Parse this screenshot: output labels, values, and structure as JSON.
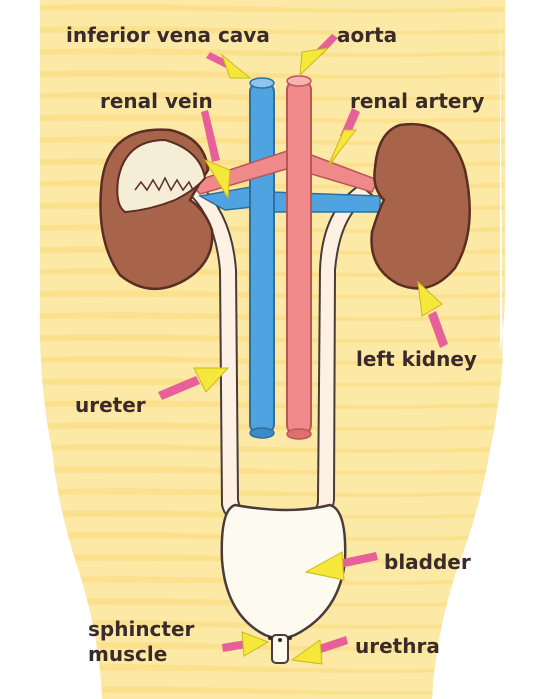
{
  "labels": {
    "ivc": "inferior vena cava",
    "aorta": "aorta",
    "renal_vein": "renal vein",
    "renal_artery": "renal artery",
    "left_kidney": "left kidney",
    "ureter": "ureter",
    "bladder": "bladder",
    "sphincter_line1": "sphincter",
    "sphincter_line2": "muscle",
    "urethra": "urethra"
  },
  "colors": {
    "background": "#fde9a6",
    "body_stripe": "#f9d978",
    "kidney": "#a8644a",
    "kidney_outline": "#5a2e22",
    "vein": "#4fa3e0",
    "artery": "#f08a8a",
    "ureter_fill": "#fdf1e4",
    "bladder": "#fdfaf0",
    "arrow_head": "#f5e83a",
    "arrow_tail": "#e8609a",
    "outline": "#4a3a3a"
  }
}
